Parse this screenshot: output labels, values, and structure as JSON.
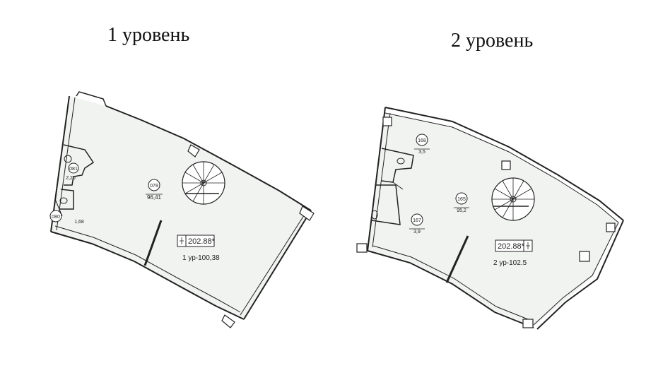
{
  "level1": {
    "title": "1 уровень",
    "rooms": [
      {
        "number": "078",
        "area": "96,41"
      },
      {
        "number": "081",
        "area": "2,20"
      },
      {
        "number": "080",
        "area": "1,68"
      }
    ],
    "apartment_area": "202.88*",
    "floor_level": "1 ур-100,38"
  },
  "level2": {
    "title": "2 уровень",
    "rooms": [
      {
        "number": "168",
        "area": "3,5"
      },
      {
        "number": "165",
        "area": "95,2"
      },
      {
        "number": "167",
        "area": "3,9"
      }
    ],
    "apartment_area": "202.88*",
    "floor_level": "2 ур-102.5"
  }
}
